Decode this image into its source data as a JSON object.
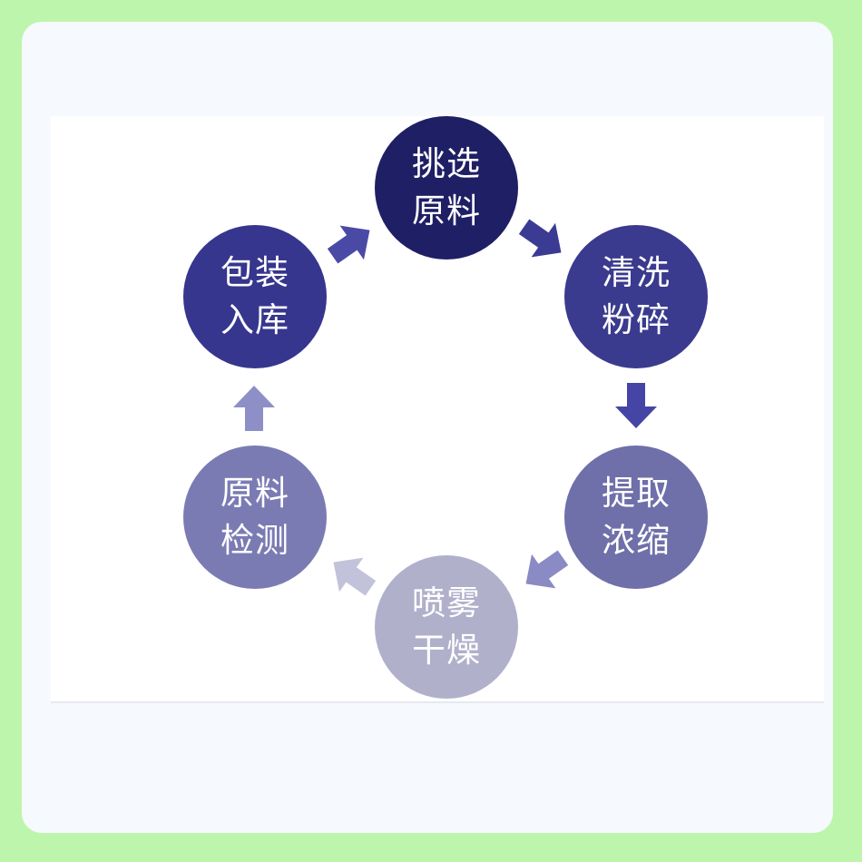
{
  "diagram": {
    "nodes": [
      {
        "id": "select",
        "line1": "挑选",
        "line2": "原料",
        "color": "#1f1f65"
      },
      {
        "id": "wash",
        "line1": "清洗",
        "line2": "粉碎",
        "color": "#3a3a8e"
      },
      {
        "id": "extract",
        "line1": "提取",
        "line2": "浓缩",
        "color": "#6f6fa9"
      },
      {
        "id": "spray",
        "line1": "喷雾",
        "line2": "干燥",
        "color": "#b1b0cb"
      },
      {
        "id": "inspect",
        "line1": "原料",
        "line2": "检测",
        "color": "#7b7bb4"
      },
      {
        "id": "pack",
        "line1": "包装",
        "line2": "入库",
        "color": "#36368e"
      }
    ],
    "arrow_colors": {
      "select_to_wash": "#3b3b94",
      "wash_to_extract": "#4545a5",
      "extract_to_spray": "#8a8ac4",
      "spray_to_inspect": "#c2c2da",
      "inspect_to_pack": "#8f8fc7",
      "pack_to_select": "#4a4aa6"
    }
  }
}
